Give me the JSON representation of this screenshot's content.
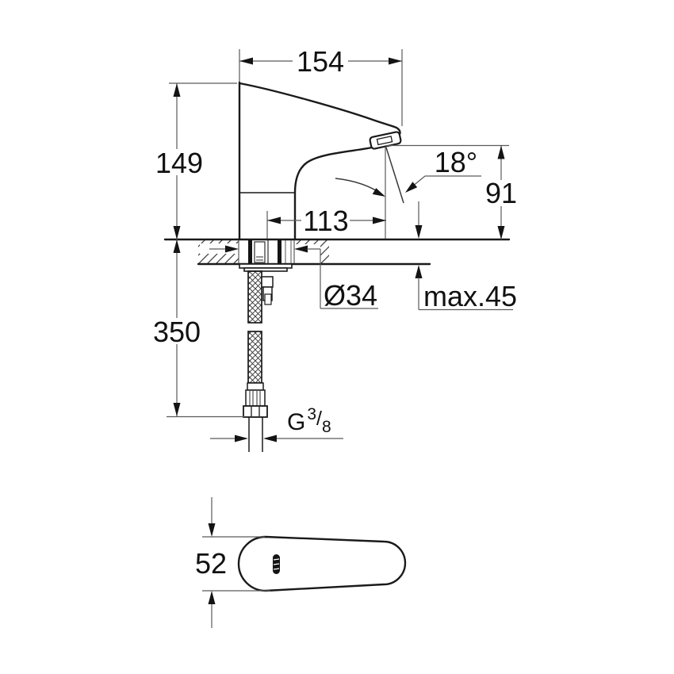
{
  "drawing": {
    "kind": "technical-dimension-drawing",
    "labels": {
      "spout_width": "154",
      "body_height": "149",
      "spout_reach": "113",
      "spray_angle": "18°",
      "outlet_height": "91",
      "hose_length": "350",
      "hole_diameter": "Ø34",
      "max_deck_thickness": "max.45",
      "thread_g": "G",
      "thread_numerator": "3",
      "thread_slash": "/",
      "thread_denominator": "8",
      "top_view_width": "52"
    },
    "colors": {
      "background": "#ffffff",
      "object_line": "#1a1a1a",
      "dimension_line": "#5a5a5a",
      "text": "#111111"
    }
  }
}
